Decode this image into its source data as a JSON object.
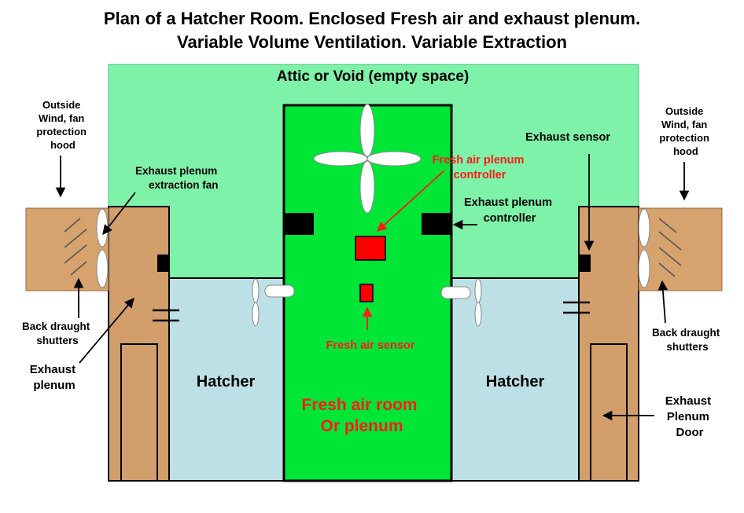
{
  "title": {
    "line1": "Plan of a Hatcher Room. Enclosed Fresh air and exhaust plenum.",
    "line2": "Variable Volume Ventilation. Variable Extraction"
  },
  "labels": {
    "attic": "Attic or  Void (empty space)",
    "hood_left": [
      "Outside",
      "Wind, fan",
      "protection",
      "hood"
    ],
    "hood_right": [
      "Outside",
      "Wind, fan",
      "protection",
      "hood"
    ],
    "exhaust_fan": [
      "Exhaust plenum",
      "extraction fan"
    ],
    "fresh_controller": [
      "Fresh air plenum",
      "controller"
    ],
    "exhaust_sensor": "Exhaust sensor",
    "exhaust_controller": [
      "Exhaust plenum",
      "controller"
    ],
    "shutters_left": [
      "Back draught",
      "shutters"
    ],
    "shutters_right": [
      "Back draught",
      "shutters"
    ],
    "exhaust_plenum": [
      "Exhaust",
      "plenum"
    ],
    "fresh_sensor": "Fresh air sensor",
    "hatcher_left": "Hatcher",
    "hatcher_right": "Hatcher",
    "fresh_room": [
      "Fresh air room",
      "Or plenum"
    ],
    "plenum_door": [
      "Exhaust",
      "Plenum",
      "Door"
    ]
  },
  "colors": {
    "attic": "#7ef2a8",
    "fresh_room": "#00e636",
    "hatcher": "#bde0e6",
    "plenum": "#d29e6c",
    "hood": "#d6a26d",
    "red_text": "#ff1a1a",
    "red_box": "#ff0000",
    "outline": "#000000"
  }
}
